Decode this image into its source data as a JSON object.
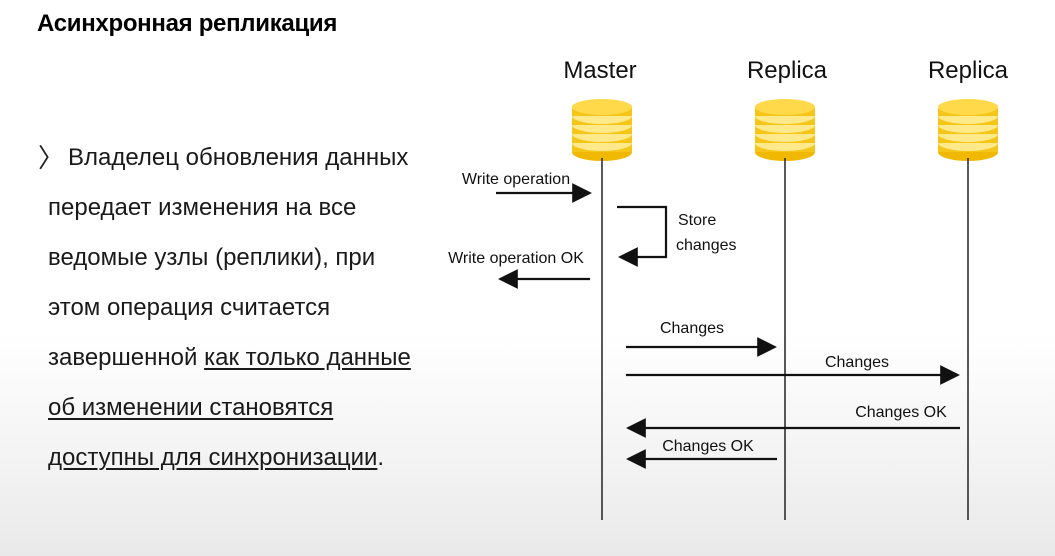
{
  "slide": {
    "title": "Асинхронная репликация"
  },
  "bullet": {
    "marker": "〉",
    "line1": "Владелец обновления данных",
    "line2": "передает изменения на все",
    "line3": "ведомые узлы (реплики), при",
    "line4": "этом операция считается",
    "line5_plain": "завершенной ",
    "line5_underlined": "как только данные",
    "line6_underlined": "об изменении становятся",
    "line7_underlined": "доступны для синхронизации",
    "line7_tail": "."
  },
  "diagram": {
    "nodes": {
      "master": "Master",
      "replica1": "Replica",
      "replica2": "Replica"
    },
    "messages": {
      "write_op": "Write operation",
      "store_1": "Store",
      "store_2": "changes",
      "write_ok": "Write operation OK",
      "changes_1": "Changes",
      "changes_2": "Changes",
      "changes_ok_2": "Changes OK",
      "changes_ok_1": "Changes OK"
    },
    "colors": {
      "database_gold": "#f5c518",
      "database_stripe": "#ffe98a",
      "line": "#111111"
    },
    "icon": "database-icon"
  }
}
